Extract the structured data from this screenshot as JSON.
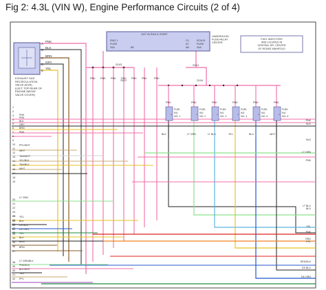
{
  "title": "Fig 2: 4.3L (VIN W), Engine Performance Circuits (2 of 4)",
  "colors": {
    "frame": "#444444",
    "pink": "#f06ca8",
    "light_green": "#8be08b",
    "yellow": "#e8c020",
    "tan": "#c9a870",
    "brown": "#8a5a2a",
    "dark_green": "#1c8a3a",
    "blue": "#2255cc",
    "light_blue": "#5ab4e0",
    "red": "#e02020",
    "orange": "#f08020",
    "black": "#222222",
    "module_fill": "#c9cdf0",
    "injector_fill": "#b7bce8",
    "box_border": "#555599"
  },
  "egr_module": {
    "pins": [
      "A",
      "B",
      "C",
      "D",
      "E"
    ],
    "wire_labels": [
      "PNK",
      "BLK",
      "BRN",
      "GRY",
      "YEL"
    ],
    "caption_lines": [
      "EXHAUST GAS",
      "RECIRCULATION",
      "VALVE (EGR)",
      "(LEFT TOP REAR OF",
      "ENGINE ABOVE",
      "VALVE COVER)"
    ]
  },
  "fuse_box": {
    "labels": [
      "HOT IN RUN & START",
      "ENG 1",
      "FUSE",
      "20A",
      "ECM B",
      "FUSE",
      "20A",
      "C1",
      "A7",
      "B5",
      "A8"
    ],
    "relay_caption": [
      "UNDERHOOD",
      "FUSE-RELAY",
      "CENTER"
    ]
  },
  "note_box": [
    "FUEL INJECTORS",
    "ARE LOCATED IN",
    "CENTRAL SFI, CENTER",
    "OF INTAKE MANIFOLD"
  ],
  "splices": [
    "S103",
    "S101",
    "S104",
    "S112"
  ],
  "injector_top_labels": [
    "PNK",
    "PNK",
    "PNK",
    "PNK",
    "PNK",
    "PNK"
  ],
  "injectors": [
    {
      "lines": [
        "FUEL",
        "INJ",
        "NO. 1"
      ]
    },
    {
      "lines": [
        "FUEL",
        "INJ",
        "NO. 2"
      ]
    },
    {
      "lines": [
        "FUEL",
        "INJ",
        "NO. 3"
      ]
    },
    {
      "lines": [
        "FUEL",
        "INJ",
        "NO. 4"
      ]
    },
    {
      "lines": [
        "FUEL",
        "INJ",
        "NO. 5"
      ]
    },
    {
      "lines": [
        "FUEL",
        "INJ",
        "NO. 6"
      ]
    }
  ],
  "injector_output_labels": [
    "BLK",
    "LT GRN",
    "LT BLU",
    "YEL",
    "BLU",
    "WHT"
  ],
  "pin_numbers": [
    "1",
    "2",
    "3",
    "4",
    "5",
    "6",
    "7",
    "8",
    "9",
    "10",
    "11",
    "12",
    "13",
    "14",
    "15",
    "16",
    "17",
    "18",
    "19",
    "20",
    "21",
    "22",
    "23",
    "24",
    "25",
    "26",
    "27",
    "28"
  ],
  "left_wire_labels": [
    "PNK",
    "PNK",
    "BLK",
    "GRY",
    "BRN",
    "PNK",
    "PPL/WHT",
    "WHT",
    "TAN/WHT",
    "YEL/BLK",
    "TAN/BLK",
    "WHT",
    "LT GRN",
    "YEL",
    "BLK",
    "DK BLU",
    "DK GRN",
    "YEL",
    "BLK",
    "BRN",
    "BRN",
    "LT GRN/BLK",
    "PNK/BLK",
    "BLK/WHT",
    "TAN",
    "PPL"
  ],
  "right_wire_labels": [
    "PNK",
    "BLK",
    "BLK",
    "LT GRN",
    "PNK",
    "LT BLU",
    "BLU",
    "YEL",
    "PNK",
    "RED",
    "PPL",
    "RED/BLK",
    "DK BLU",
    "DK GRN"
  ]
}
